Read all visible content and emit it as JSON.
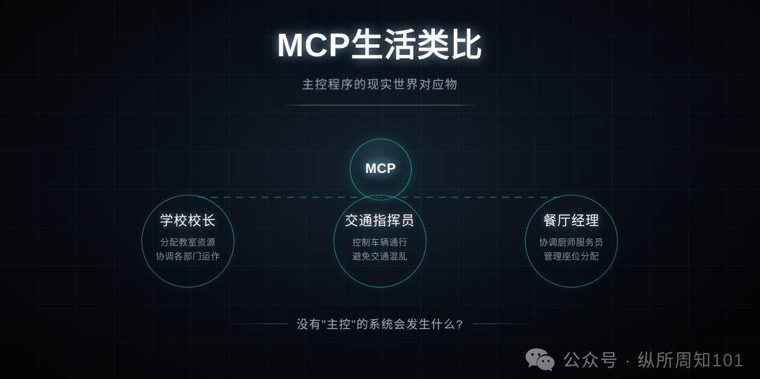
{
  "header": {
    "title": "MCP生活类比",
    "subtitle": "主控程序的现实世界对应物"
  },
  "diagram": {
    "hub": {
      "label": "MCP",
      "icon": "hub-circle-icon"
    },
    "connector": {
      "style": "dashed-horizontal",
      "color": "#3a8c88"
    },
    "roles": [
      {
        "title": "学校校长",
        "desc_line1": "分配教室资源",
        "desc_line2": "协调各部门运作"
      },
      {
        "title": "交通指挥员",
        "desc_line1": "控制车辆通行",
        "desc_line2": "避免交通混乱"
      },
      {
        "title": "餐厅经理",
        "desc_line1": "协调厨师服务员",
        "desc_line2": "管理座位分配"
      }
    ]
  },
  "footer": {
    "question": "没有\"主控\"的系统会发生什么?"
  },
  "watermark": {
    "icon": "wechat-icon",
    "text": "公众号 · 纵所周知101"
  },
  "colors": {
    "accent_teal": "#3a8c88",
    "hub_border": "#2f8b86",
    "title_white": "#ffffff",
    "subtitle_gray": "#9aa3ad",
    "desc_gray": "#8d959f",
    "background": "#05070b"
  }
}
